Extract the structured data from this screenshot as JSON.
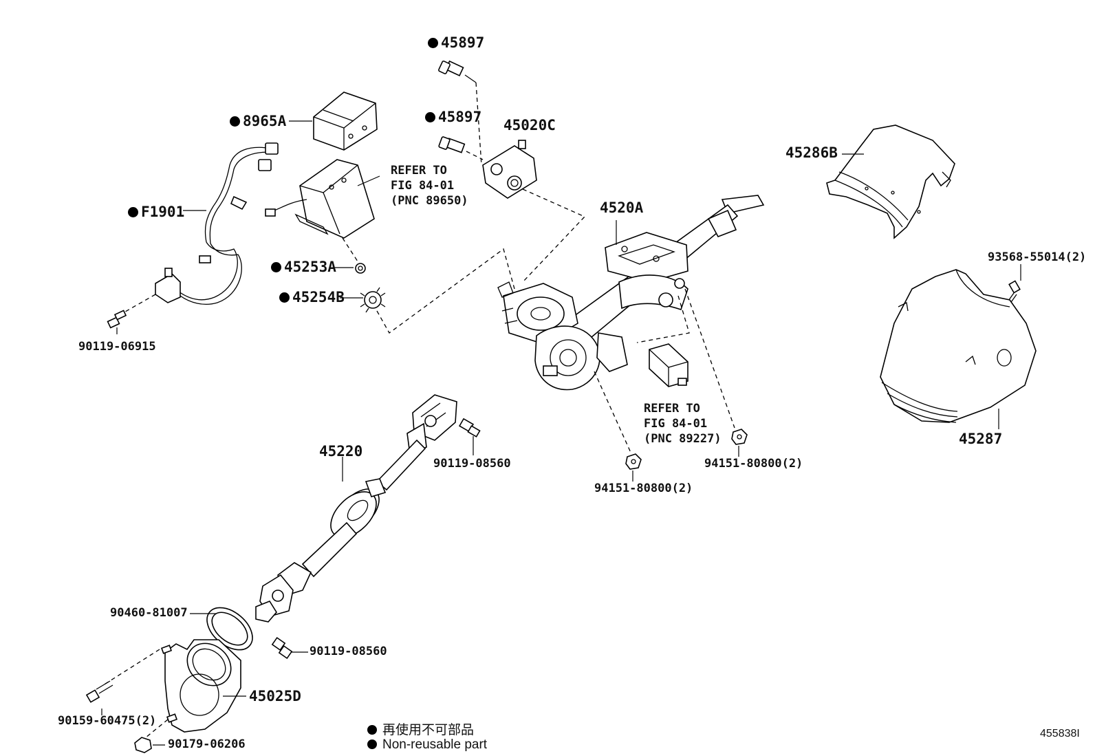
{
  "labels": {
    "p45897_top": "45897",
    "p45897_mid": "45897",
    "p8965A": "8965A",
    "pF1901": "F1901",
    "p45020C": "45020C",
    "refer_1_line1": "REFER TO",
    "refer_1_line2": "FIG 84-01",
    "refer_1_line3": "(PNC 89650)",
    "p45253A": "45253A",
    "p45254B": "45254B",
    "p4520A": "4520A",
    "p45286B": "45286B",
    "p93568": "93568-55014(2)",
    "p90119_06915": "90119-06915",
    "refer_2_line1": "REFER TO",
    "refer_2_line2": "FIG 84-01",
    "refer_2_line3": "(PNC 89227)",
    "p94151_right": "94151-80800(2)",
    "p94151_left": "94151-80800(2)",
    "p45287": "45287",
    "p45220": "45220",
    "p90119_08560_top": "90119-08560",
    "p90460": "90460-81007",
    "p90119_08560_bot": "90119-08560",
    "p45025D": "45025D",
    "p90159": "90159-60475(2)",
    "p90179": "90179-06206"
  },
  "legend": {
    "line_cn": "再使用不可部品",
    "line_en": "Non-reusable part"
  },
  "figure_id": "455838I",
  "colors": {
    "ink": "#000000",
    "paper": "#ffffff"
  }
}
